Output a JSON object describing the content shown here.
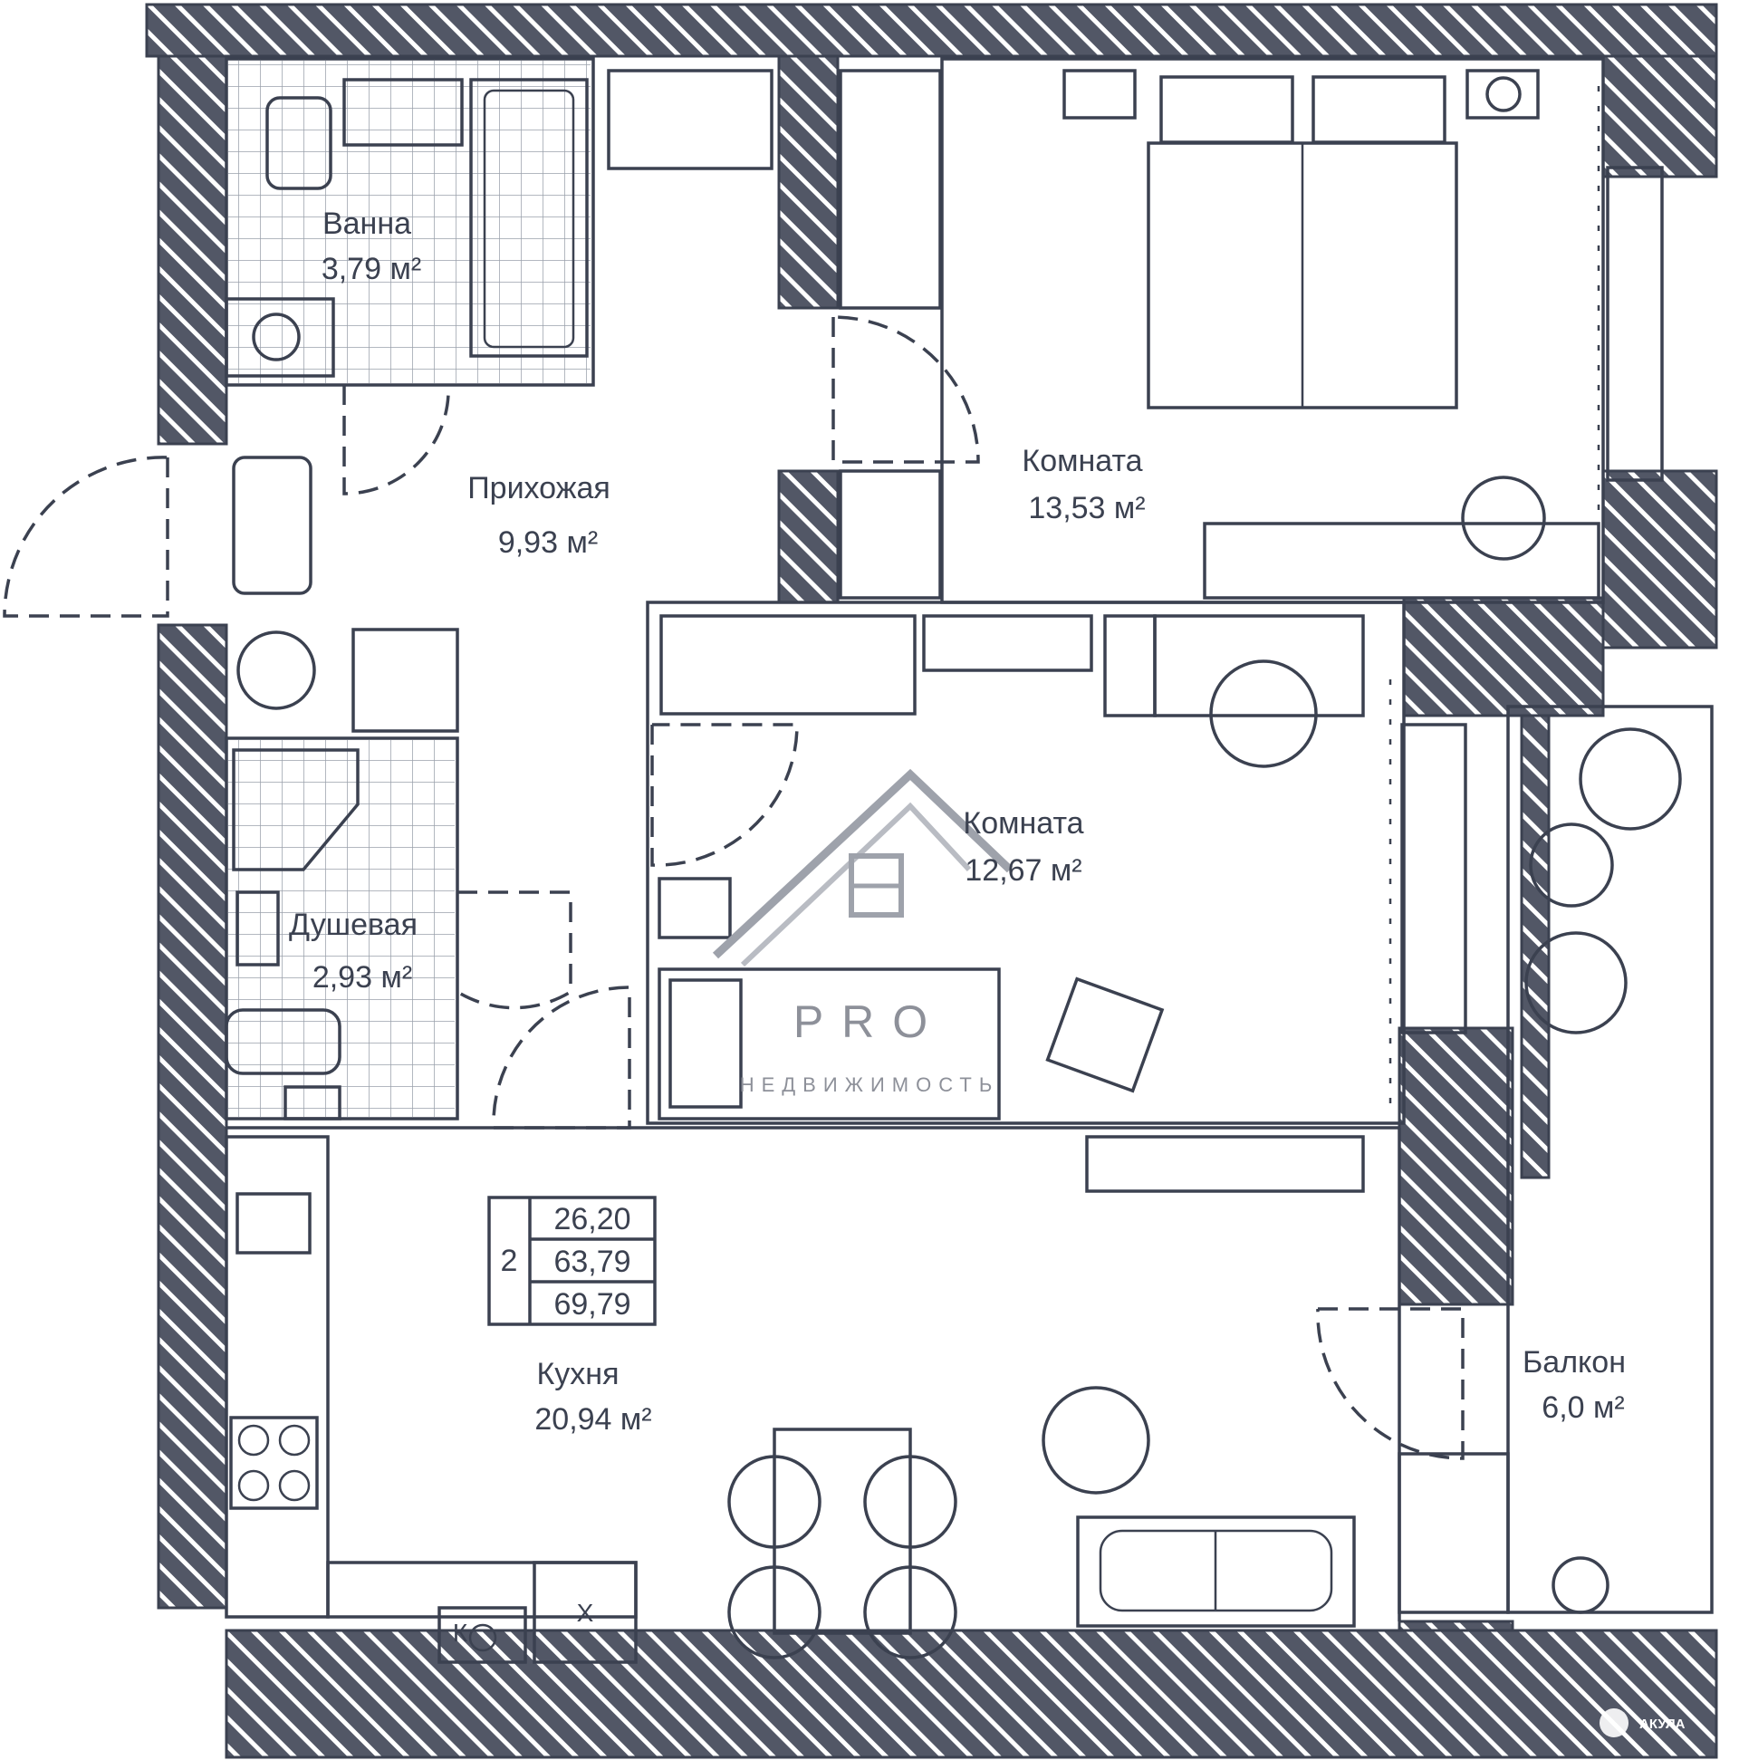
{
  "rooms": {
    "bath": {
      "name": "Ванна",
      "area": "3,79 м²"
    },
    "hall": {
      "name": "Прихожая",
      "area": "9,93 м²"
    },
    "bedroom1": {
      "name": "Комната",
      "area": "13,53 м²"
    },
    "bedroom2": {
      "name": "Комната",
      "area": "12,67 м²"
    },
    "shower": {
      "name": "Душевая",
      "area": "2,93 м²"
    },
    "kitchen": {
      "name": "Кухня",
      "area": "20,94 м²"
    },
    "balcony": {
      "name": "Балкон",
      "area": "6,0 м²"
    }
  },
  "summary_table": {
    "rooms_count": "2",
    "living_area": "26,20",
    "total_area": "63,79",
    "area_with_balcony": "69,79"
  },
  "appliance_marks": {
    "fridge": "Х",
    "boiler": "К"
  },
  "watermark": {
    "title": "PRO",
    "subtitle": "НЕДВИЖИМОСТЬ"
  },
  "corner_logo": "АКУЛА",
  "colors": {
    "wall": "#525766",
    "line": "#3b4150",
    "background": "#ffffff"
  }
}
